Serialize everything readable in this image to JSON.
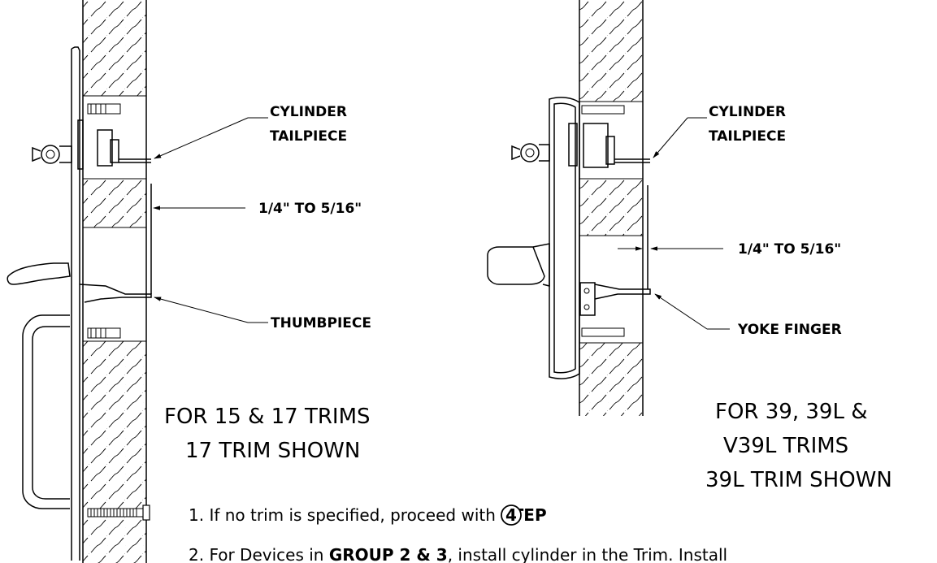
{
  "left_figure": {
    "labels": {
      "cylinder_line1": "CYLINDER",
      "cylinder_line2": "TAILPIECE",
      "dimension": "1/4\" TO 5/16\"",
      "thumbpiece": "THUMBPIECE"
    },
    "caption_line1": "FOR 15 & 17 TRIMS",
    "caption_line2": "17 TRIM SHOWN"
  },
  "right_figure": {
    "labels": {
      "cylinder_line1": "CYLINDER",
      "cylinder_line2": "TAILPIECE",
      "dimension": "1/4\" TO 5/16\"",
      "yoke_finger": "YOKE FINGER"
    },
    "caption_line1": "FOR 39, 39L &",
    "caption_line2": "V39L TRIMS",
    "caption_line3": "39L TRIM SHOWN"
  },
  "steps": {
    "step1_prefix": "1. If no trim is specified, proceed with ",
    "step1_bold": "STEP",
    "step1_number": "4",
    "step1_suffix": ".",
    "step2_prefix": "2. For Devices in ",
    "step2_bold": "GROUP 2 & 3",
    "step2_suffix": ", install cylinder in the Trim.  Install"
  }
}
